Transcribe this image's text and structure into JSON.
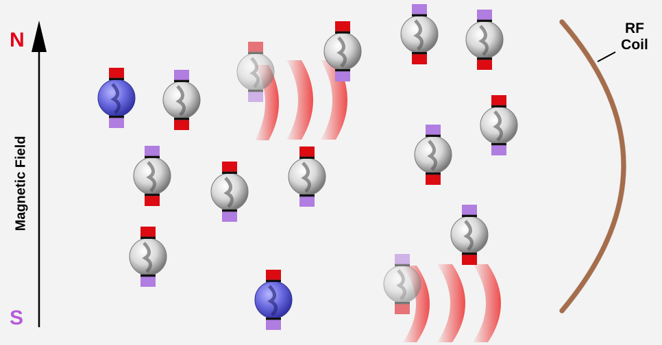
{
  "field": {
    "north_label": "N",
    "south_label": "S",
    "axis_label": "Magnetic Field",
    "north_color": "#e4001b",
    "south_color": "#b45cd6"
  },
  "coil": {
    "label_line1": "RF",
    "label_line2": "Coil",
    "color": "#b87a55"
  },
  "colors": {
    "nucleus": "#cfcfcf",
    "nucleus_highlight": "#5a5ad8",
    "pole_north": "#dc0b12",
    "pole_south": "#b07de0",
    "wave": "#ec4a4a"
  }
}
